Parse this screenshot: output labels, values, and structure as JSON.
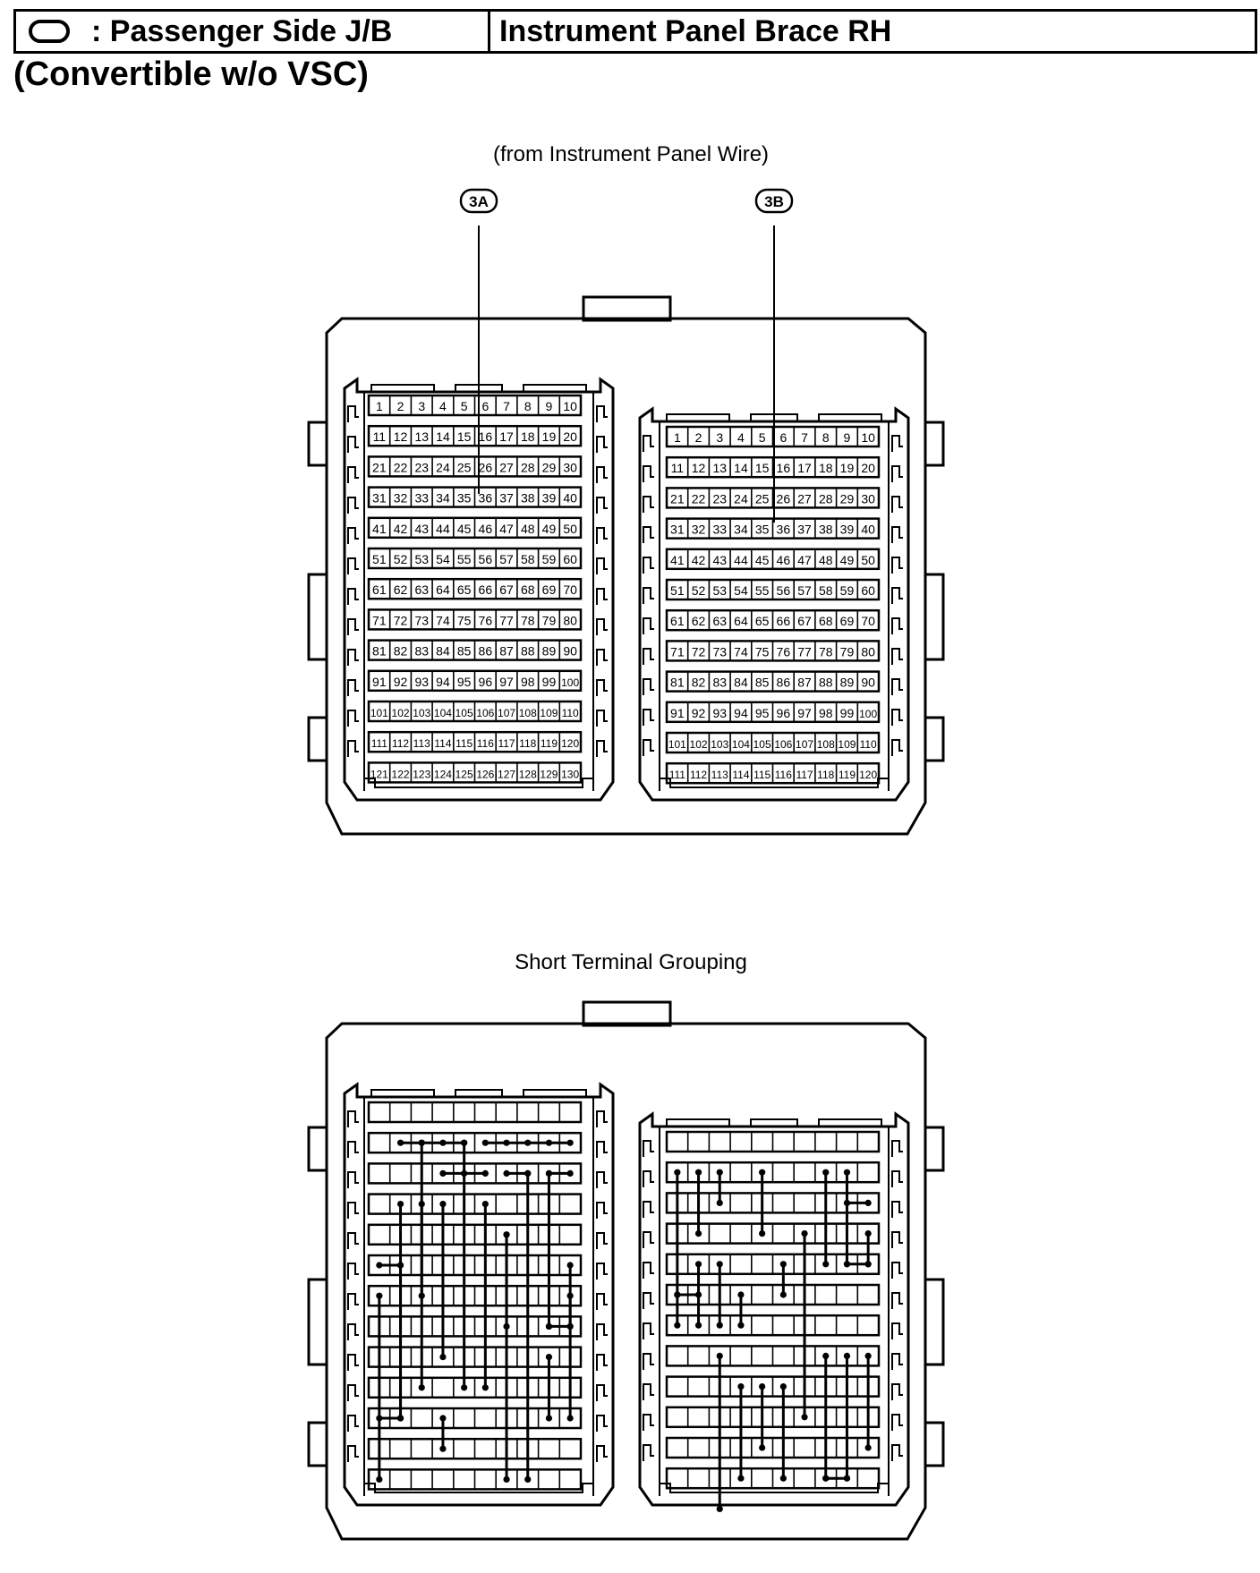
{
  "header": {
    "component_label": ": Passenger Side J/B",
    "location": "Instrument Panel Brace RH",
    "subtitle": "(Convertible w/o VSC)"
  },
  "top_diagram": {
    "caption": "(from Instrument Panel Wire)",
    "connector_a": {
      "label": "3A",
      "rows": 13,
      "cols": 10,
      "pin_count": 130
    },
    "connector_b": {
      "label": "3B",
      "rows": 12,
      "cols": 10,
      "pin_count": 120
    }
  },
  "bottom_diagram": {
    "caption": "Short Terminal Grouping"
  }
}
